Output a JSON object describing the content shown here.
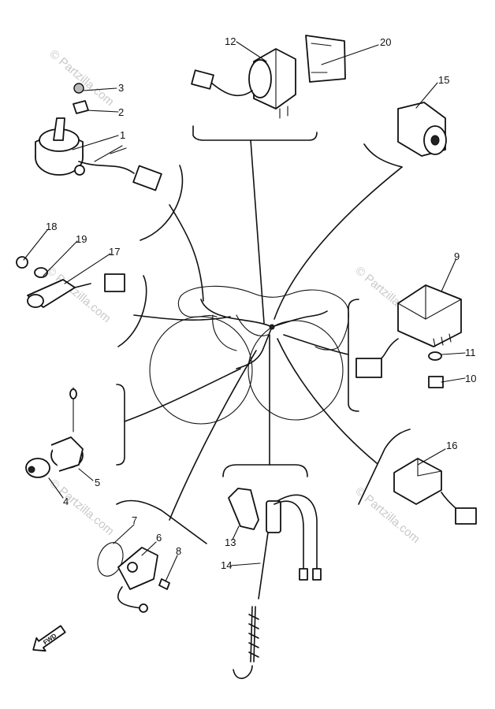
{
  "callouts": [
    {
      "id": "c1",
      "text": "1"
    },
    {
      "id": "c2",
      "text": "2"
    },
    {
      "id": "c3",
      "text": "3"
    },
    {
      "id": "c4",
      "text": "4"
    },
    {
      "id": "c5",
      "text": "5"
    },
    {
      "id": "c6",
      "text": "6"
    },
    {
      "id": "c7",
      "text": "7"
    },
    {
      "id": "c8",
      "text": "8"
    },
    {
      "id": "c9",
      "text": "9"
    },
    {
      "id": "c10",
      "text": "10"
    },
    {
      "id": "c11",
      "text": "11"
    },
    {
      "id": "c12",
      "text": "12"
    },
    {
      "id": "c13",
      "text": "13"
    },
    {
      "id": "c14",
      "text": "14"
    },
    {
      "id": "c15",
      "text": "15"
    },
    {
      "id": "c16",
      "text": "16"
    },
    {
      "id": "c17",
      "text": "17"
    },
    {
      "id": "c18",
      "text": "18"
    },
    {
      "id": "c19",
      "text": "19"
    },
    {
      "id": "c20",
      "text": "20"
    }
  ],
  "direction_marker": "FWD",
  "watermark": "© Partzilla.com"
}
